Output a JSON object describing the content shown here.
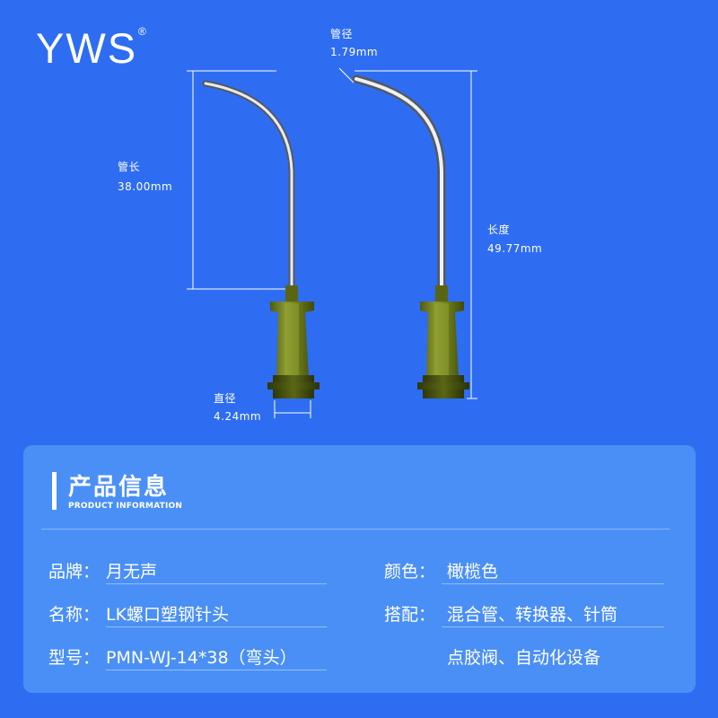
{
  "brand": {
    "logo": "YWS",
    "registered_mark": "®"
  },
  "dimensions": {
    "tube_diameter": {
      "label": "管径",
      "value": "1.79mm"
    },
    "tube_length": {
      "label": "管长",
      "value": "38.00mm"
    },
    "total_length": {
      "label": "长度",
      "value": "49.77mm"
    },
    "hub_diameter": {
      "label": "直径",
      "value": "4.24mm"
    }
  },
  "product_info": {
    "title": "产品信息",
    "subtitle": "PRODUCT INFORMATION",
    "brand": {
      "label": "品牌：",
      "value": "月无声"
    },
    "name": {
      "label": "名称：",
      "value": "LK螺口塑钢针头"
    },
    "model": {
      "label": "型号：",
      "value": "PMN-WJ-14*38（弯头）"
    },
    "color": {
      "label": "颜色：",
      "value": "橄榄色"
    },
    "pairing": {
      "label": "搭配：",
      "value_line1": "混合管、转换器、针筒",
      "value_line2": "点胶阀、自动化设备"
    }
  },
  "colors": {
    "background": "#2e6df2",
    "panel": "#4a8ff6",
    "hub_olive": "#6f7f1a"
  }
}
